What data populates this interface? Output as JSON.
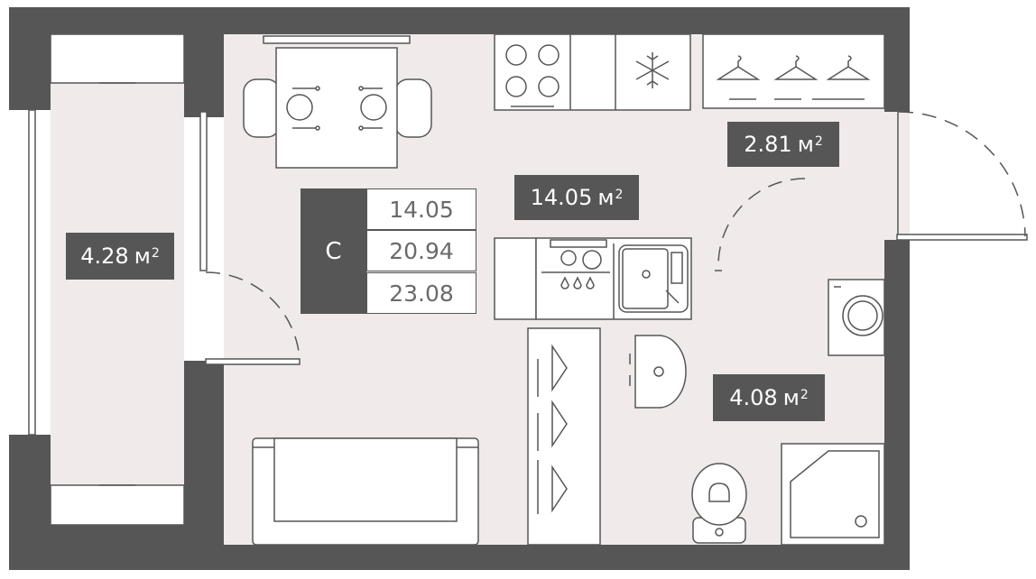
{
  "colors": {
    "wall": "#565656",
    "floor": "#f0eaea",
    "fixture": "#ffffff",
    "line": "#6a6a6a"
  },
  "rooms": [
    {
      "id": "balcony",
      "area": "4.28",
      "unit": "м",
      "power": "2"
    },
    {
      "id": "main-room",
      "area": "14.05",
      "unit": "м",
      "power": "2"
    },
    {
      "id": "hallway",
      "area": "2.81",
      "unit": "м",
      "power": "2"
    },
    {
      "id": "bathroom",
      "area": "4.08",
      "unit": "м",
      "power": "2"
    }
  ],
  "legend": {
    "code": "С",
    "values": [
      "14.05",
      "20.94",
      "23.08"
    ]
  },
  "icons": [
    "cooktop-icon",
    "snowflake-icon",
    "hanger-icon",
    "sink-icon",
    "toilet-icon",
    "shower-tray-icon",
    "washing-machine-icon",
    "sofa-icon",
    "dining-table-icon"
  ]
}
